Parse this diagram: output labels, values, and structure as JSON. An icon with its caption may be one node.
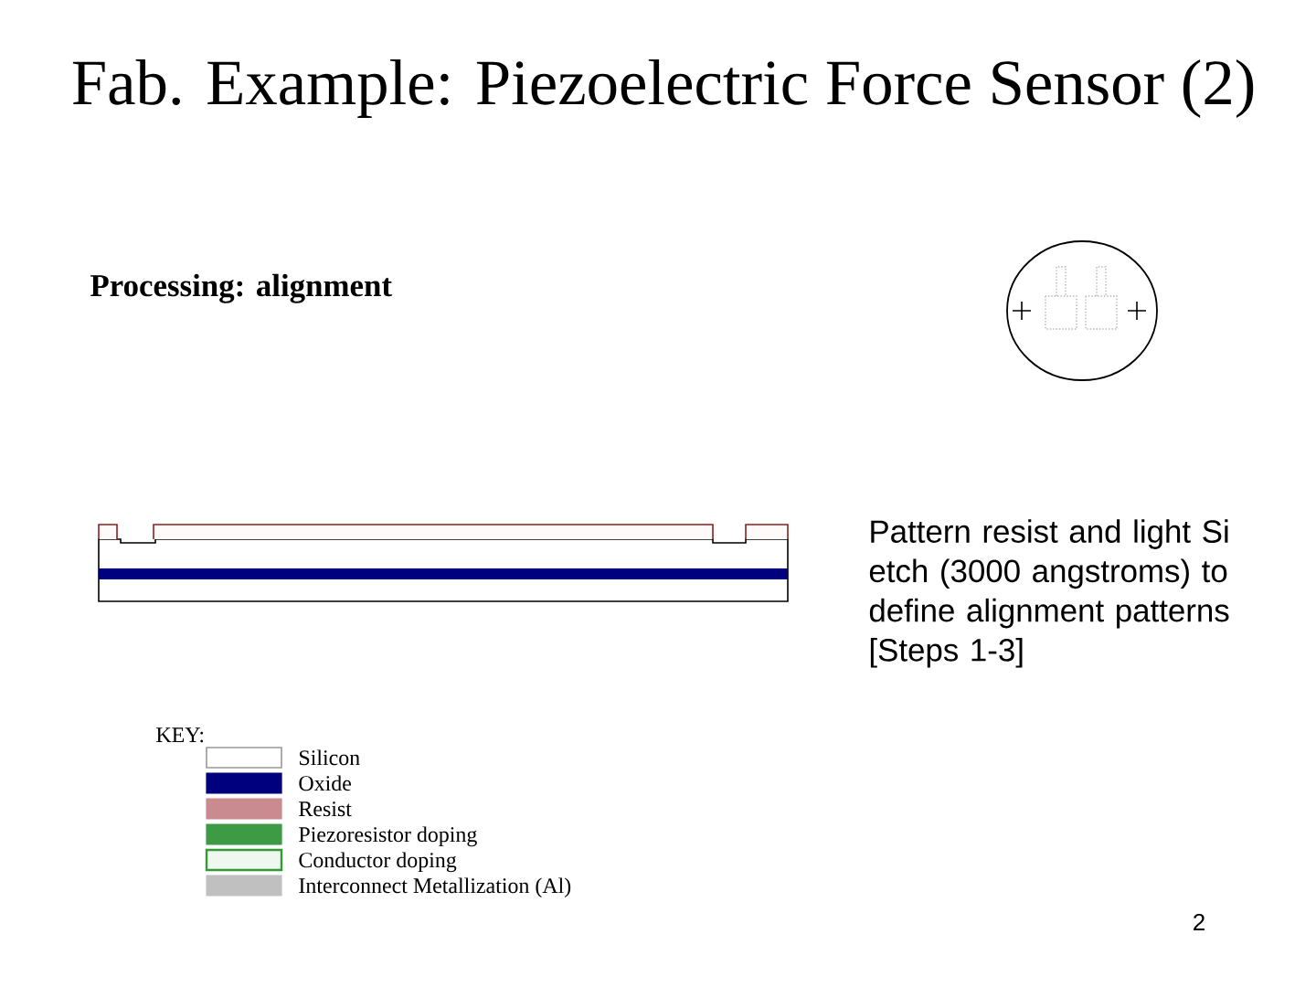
{
  "diagram": {
    "title": "Fab. Example: Piezoelectric Force Sensor (2)",
    "labels": [
      "Processing: alignment",
      "Pattern resist and light Si etch (3000 angstroms) to define alignment patterns [Steps 1-3]",
      "KEY:",
      "2"
    ],
    "legend": [
      {
        "text": "Silicon"
      },
      {
        "text": "Oxide",
        "color": "#00007f"
      },
      {
        "text": "Resist",
        "color": "#c98b8f"
      },
      {
        "text": "Piezoresistor doping",
        "color": "#3d9b45"
      },
      {
        "text": "Conductor doping",
        "color": "#eef8f0"
      },
      {
        "text": "Interconnect Metallization (Al)",
        "color": "#c0c0c0"
      }
    ]
  }
}
